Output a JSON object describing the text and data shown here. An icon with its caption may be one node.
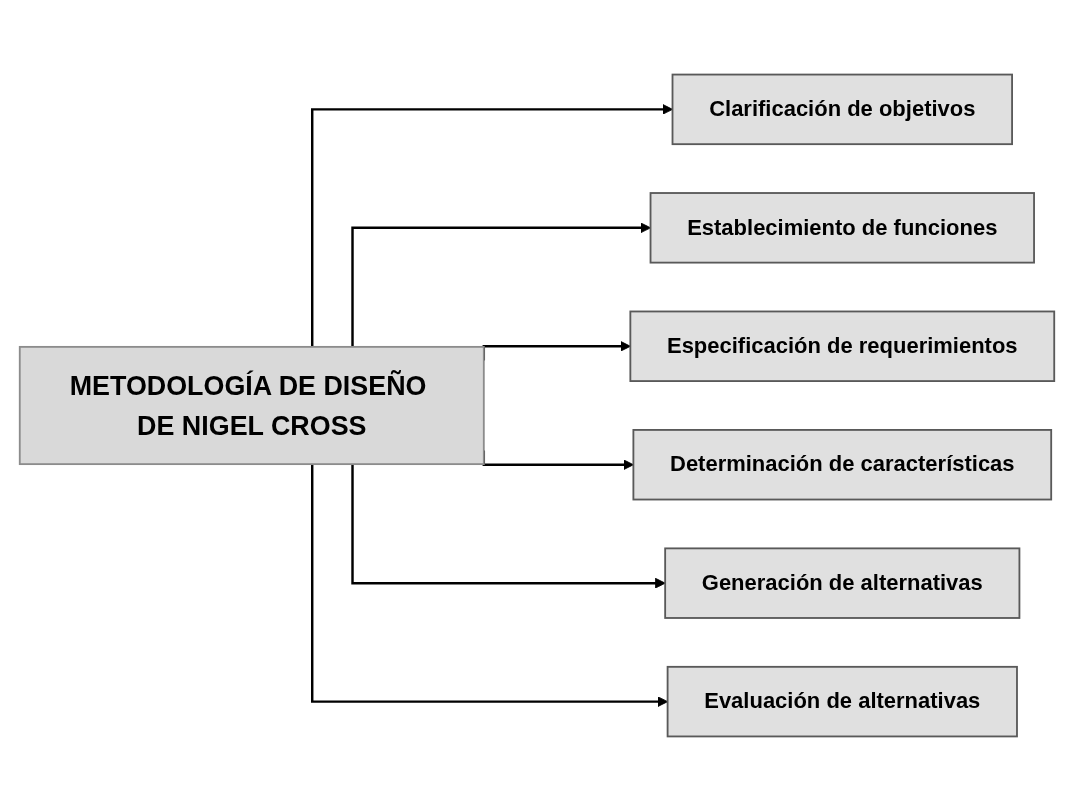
{
  "diagram": {
    "nodes": [
      {
        "text": [
          "METODOLOGÍA DE DISEÑO DE NIGEL CROSS"
        ]
      },
      {
        "text": [
          "Clarificación de objetivos"
        ]
      },
      {
        "text": [
          "Establecimiento de funciones"
        ]
      },
      {
        "text": [
          "Especificación de requerimientos"
        ]
      },
      {
        "text": [
          "Determinación de características"
        ]
      },
      {
        "text": [
          "Generación de alternativas"
        ]
      },
      {
        "text": [
          "Evaluación de alternativas"
        ]
      }
    ],
    "edges": [
      {
        "from": 0,
        "to": 1,
        "arrow": "to"
      },
      {
        "from": 0,
        "to": 2,
        "arrow": "to"
      },
      {
        "from": 0,
        "to": 3,
        "arrow": "to"
      },
      {
        "from": 0,
        "to": 4,
        "arrow": "to"
      },
      {
        "from": 0,
        "to": 5,
        "arrow": "to"
      },
      {
        "from": 0,
        "to": 6,
        "arrow": "to"
      }
    ]
  }
}
